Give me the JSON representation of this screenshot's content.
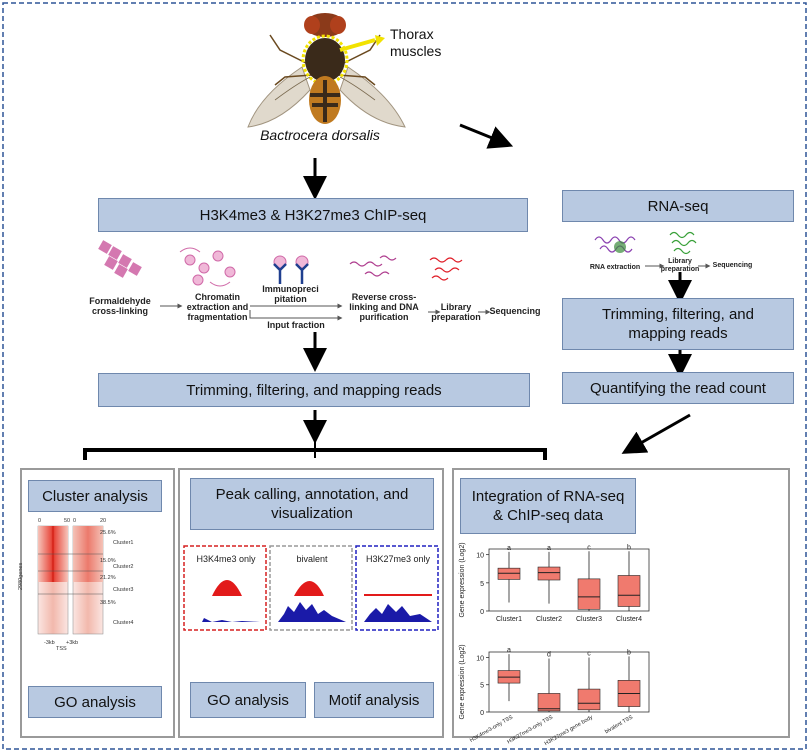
{
  "fly": {
    "species": "Bactrocera dorsalis",
    "thorax_label_line1": "Thorax",
    "thorax_label_line2": "muscles"
  },
  "chip": {
    "title": "H3K4me3 & H3K27me3 ChIP-seq",
    "steps": {
      "crosslink": "Formaldehyde cross-linking",
      "chromatin": "Chromatin extraction and fragmentation",
      "ip": "Immunopreci pitation",
      "input": "Input fraction",
      "reverse": "Reverse cross-linking and DNA purification",
      "library": "Library preparation",
      "sequencing": "Sequencing"
    },
    "trimming": "Trimming, filtering, and mapping reads"
  },
  "rna": {
    "title": "RNA-seq",
    "steps": {
      "extraction": "RNA extraction",
      "library": "Library preparation",
      "sequencing": "Sequencing"
    },
    "trimming": "Trimming, filtering, and mapping reads",
    "quantify": "Quantifying the read count"
  },
  "cluster_panel": {
    "title": "Cluster analysis",
    "go": "GO analysis",
    "heatmap_top_ticks": [
      "0",
      "50",
      "0",
      "20"
    ],
    "cluster_labels": [
      "Cluster1",
      "Cluster2",
      "Cluster3",
      "Cluster4"
    ],
    "cluster_percents": [
      "25.6%",
      "15.0%",
      "21.2%",
      "38.5%"
    ],
    "y_axis_label": "2980genes",
    "bottom_ticks": [
      "-3kb",
      "+3kb"
    ],
    "tss": "TSS"
  },
  "peak_panel": {
    "title_line1": "Peak calling, annotation, and",
    "title_line2": "visualization",
    "tracks": [
      "H3K4me3 only",
      "bivalent",
      "H3K27me3 only"
    ],
    "go": "GO analysis",
    "motif": "Motif analysis"
  },
  "integration_panel": {
    "title_line1": "Integration of RNA-seq",
    "title_line2": "& ChIP-seq data",
    "ylabel": "Gene expression (Log2)"
  },
  "chart_data": [
    {
      "type": "box",
      "categories": [
        "Cluster1",
        "Cluster2",
        "Cluster3",
        "Cluster4"
      ],
      "letters": [
        "a",
        "a",
        "c",
        "b"
      ],
      "ylabel": "Gene expression (Log2)",
      "ylim": [
        0,
        11
      ],
      "yticks": [
        "0",
        "5",
        "10"
      ],
      "box": [
        {
          "q1": 5.6,
          "median": 6.7,
          "q3": 7.6,
          "min": 1.5,
          "max": 10.5
        },
        {
          "q1": 5.5,
          "median": 6.8,
          "q3": 7.8,
          "min": 1.3,
          "max": 10.5
        },
        {
          "q1": 0.3,
          "median": 2.5,
          "q3": 5.7,
          "min": 0.0,
          "max": 10.6
        },
        {
          "q1": 0.8,
          "median": 2.8,
          "q3": 6.3,
          "min": 0.0,
          "max": 10.6
        }
      ]
    },
    {
      "type": "box",
      "categories": [
        "H3K4me3-only TSS",
        "H3K27me3-only TSS",
        "H3K27me3 gene body",
        "bivalent TSS"
      ],
      "letters": [
        "a",
        "d",
        "c",
        "b"
      ],
      "ylabel": "Gene expression (Log2)",
      "ylim": [
        0,
        11
      ],
      "yticks": [
        "0",
        "5",
        "10"
      ],
      "box": [
        {
          "q1": 5.3,
          "median": 6.4,
          "q3": 7.6,
          "min": 2.0,
          "max": 10.6
        },
        {
          "q1": 0.2,
          "median": 0.6,
          "q3": 3.4,
          "min": 0.0,
          "max": 9.8
        },
        {
          "q1": 0.4,
          "median": 1.6,
          "q3": 4.2,
          "min": 0.0,
          "max": 10.0
        },
        {
          "q1": 1.0,
          "median": 3.4,
          "q3": 5.8,
          "min": 0.0,
          "max": 10.2
        }
      ]
    }
  ]
}
